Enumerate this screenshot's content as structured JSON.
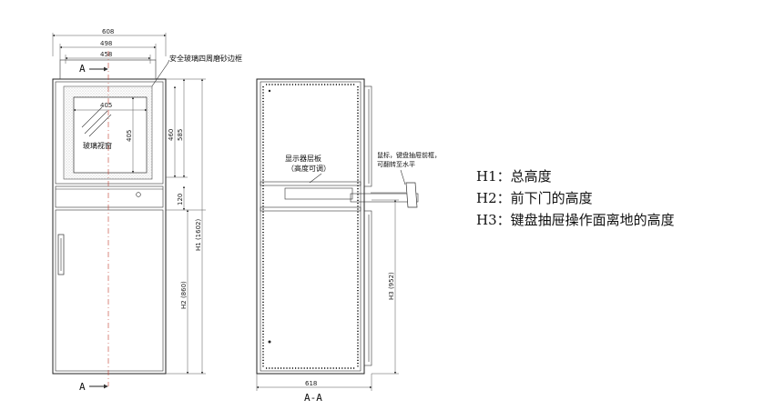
{
  "front_view": {
    "dims": {
      "width_outer": "608",
      "width_mid": "498",
      "width_inner": "458",
      "window_width": "405",
      "window_height": "405",
      "height_460": "460",
      "height_585": "585",
      "height_120": "120",
      "h1": "H1 (1602)",
      "h2": "H2 (860)"
    },
    "section_mark": "A",
    "callout_frame": "安全玻璃四周磨砂边框",
    "window_label": "玻璃视窗"
  },
  "section_view": {
    "title": "A-A",
    "dim_width": "618",
    "h3": "H3 (952)",
    "shelf_label": [
      "显示器层板",
      "（高度可调）"
    ],
    "drawer_label": [
      "鼠标，键盘抽屉前框，",
      "可翻转至水平"
    ]
  },
  "legend": {
    "items": [
      "H1：总高度",
      "H2：前下门的高度",
      "H3：键盘抽屉操作面离地的高度"
    ]
  }
}
